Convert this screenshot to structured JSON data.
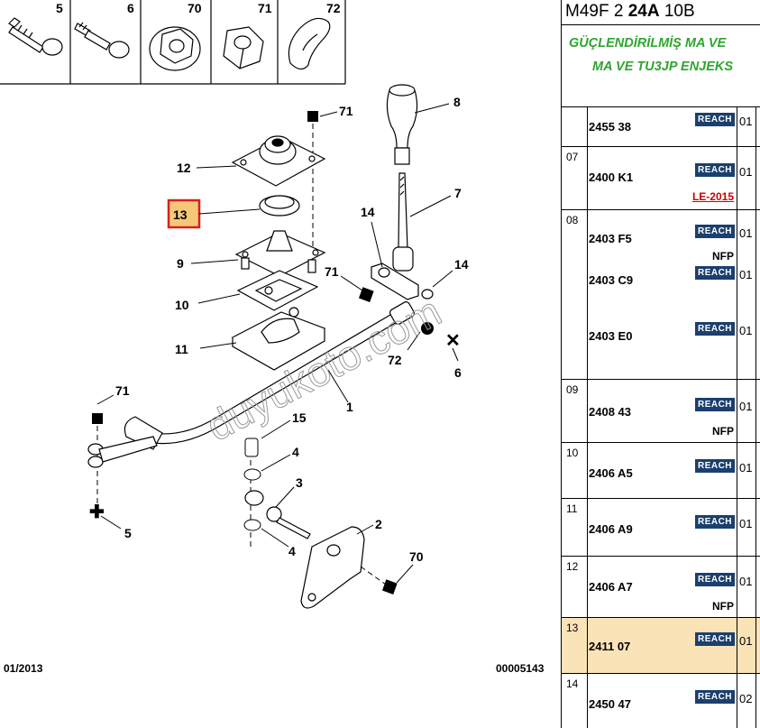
{
  "header": {
    "code_prefix": "M49F 2",
    "code_bold": "24A",
    "code_suffix": "10B",
    "desc_line1": "GÜÇLENDİRİLMİŞ MA VE",
    "desc_line2": "MA VE TU3JP ENJEKS"
  },
  "thumbnails": [
    {
      "num": "5",
      "icon": "bolt-icon"
    },
    {
      "num": "6",
      "icon": "shoulder-bolt-icon"
    },
    {
      "num": "70",
      "icon": "flange-nut-icon"
    },
    {
      "num": "71",
      "icon": "nut-icon"
    },
    {
      "num": "72",
      "icon": "clip-icon"
    }
  ],
  "callouts": {
    "c8": "8",
    "c71a": "71",
    "c12": "12",
    "c13": "13",
    "c7": "7",
    "c14a": "14",
    "c14b": "14",
    "c9": "9",
    "c71b": "71",
    "c10": "10",
    "c11": "11",
    "c72": "72",
    "c6": "6",
    "c1": "1",
    "c71c": "71",
    "c15": "15",
    "c4a": "4",
    "c3": "3",
    "c5": "5",
    "c4b": "4",
    "c2": "2",
    "c70": "70"
  },
  "watermark": "duyukoto.com",
  "footer": {
    "date": "01/2013",
    "ref": "00005143"
  },
  "parts": [
    {
      "idx": "",
      "pn": "2455 38",
      "badge": "REACH",
      "qty": "01",
      "tag": "",
      "tag_red": ""
    },
    {
      "idx": "07",
      "pn": "2400 K1",
      "badge": "REACH",
      "qty": "01",
      "tag": "",
      "tag_red": "LE-2015"
    },
    {
      "idx": "08",
      "pn": "2403 F5",
      "badge": "REACH",
      "qty": "01",
      "tag": "NFP",
      "tag_red": "",
      "extra": [
        {
          "pn": "2403 C9",
          "badge": "REACH",
          "qty": "01"
        },
        {
          "pn": "2403 E0",
          "badge": "REACH",
          "qty": "01"
        }
      ]
    },
    {
      "idx": "09",
      "pn": "2408 43",
      "badge": "REACH",
      "qty": "01",
      "tag": "NFP",
      "tag_red": ""
    },
    {
      "idx": "10",
      "pn": "2406 A5",
      "badge": "REACH",
      "qty": "01",
      "tag": "",
      "tag_red": ""
    },
    {
      "idx": "11",
      "pn": "2406 A9",
      "badge": "REACH",
      "qty": "01",
      "tag": "",
      "tag_red": ""
    },
    {
      "idx": "12",
      "pn": "2406 A7",
      "badge": "REACH",
      "qty": "01",
      "tag": "NFP",
      "tag_red": ""
    },
    {
      "idx": "13",
      "pn": "2411 07",
      "badge": "REACH",
      "qty": "01",
      "tag": "",
      "tag_red": "",
      "highlight": true
    },
    {
      "idx": "14",
      "pn": "2450 47",
      "badge": "REACH",
      "qty": "02",
      "tag": "",
      "tag_red": ""
    }
  ],
  "colors": {
    "highlight": "#fbe3b8",
    "callout_box": "#f5c878",
    "callout_border": "#d92020",
    "green": "#2fa52f",
    "reach": "#1b3f6e"
  }
}
